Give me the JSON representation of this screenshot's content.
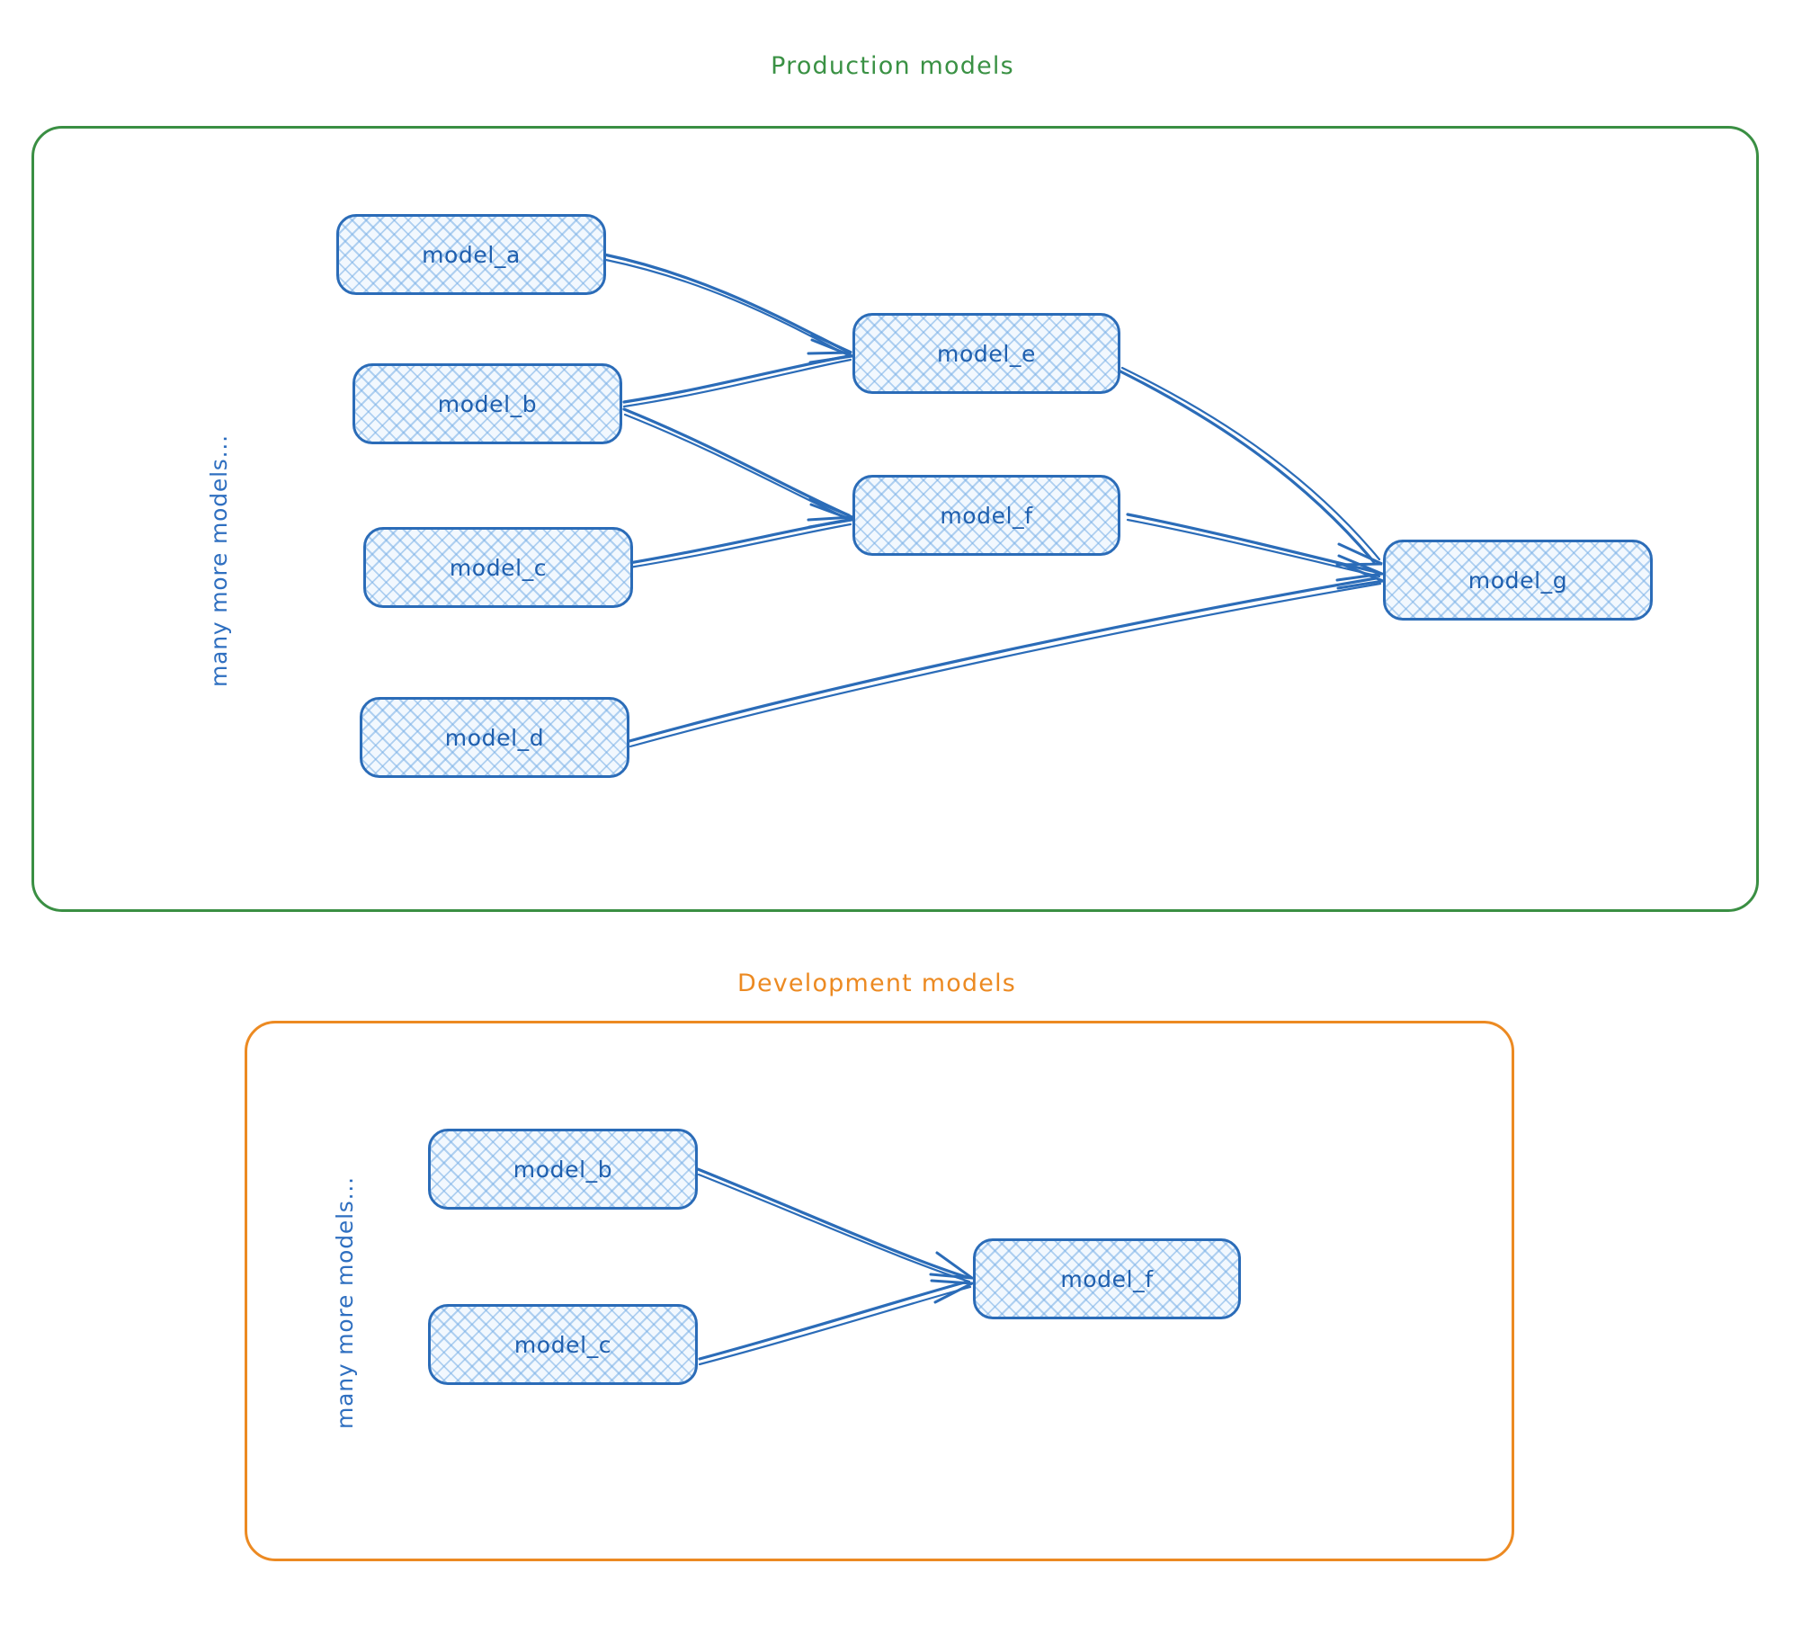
{
  "diagram": {
    "type": "flow-diagram",
    "style": "hand-drawn sketch",
    "colors": {
      "production_border": "#3a8f43",
      "development_border": "#ec8a22",
      "node_border": "#2b6cb8",
      "node_fill": "#f2f8fe",
      "node_hatch": "#78afe6",
      "label_text": "#1f5fae",
      "edge": "#2b6cb8"
    }
  },
  "production": {
    "title": "Production models",
    "side_label": "many more models...",
    "nodes": [
      {
        "id": "model_a",
        "label": "model_a"
      },
      {
        "id": "model_b",
        "label": "model_b"
      },
      {
        "id": "model_c",
        "label": "model_c"
      },
      {
        "id": "model_d",
        "label": "model_d"
      },
      {
        "id": "model_e",
        "label": "model_e"
      },
      {
        "id": "model_f",
        "label": "model_f"
      },
      {
        "id": "model_g",
        "label": "model_g"
      }
    ],
    "edges": [
      {
        "from": "model_a",
        "to": "model_e"
      },
      {
        "from": "model_b",
        "to": "model_e"
      },
      {
        "from": "model_b",
        "to": "model_f"
      },
      {
        "from": "model_c",
        "to": "model_f"
      },
      {
        "from": "model_e",
        "to": "model_g"
      },
      {
        "from": "model_f",
        "to": "model_g"
      },
      {
        "from": "model_d",
        "to": "model_g"
      }
    ]
  },
  "development": {
    "title": "Development models",
    "side_label": "many more models...",
    "nodes": [
      {
        "id": "model_b",
        "label": "model_b"
      },
      {
        "id": "model_c",
        "label": "model_c"
      },
      {
        "id": "model_f",
        "label": "model_f"
      }
    ],
    "edges": [
      {
        "from": "model_b",
        "to": "model_f"
      },
      {
        "from": "model_c",
        "to": "model_f"
      }
    ]
  }
}
